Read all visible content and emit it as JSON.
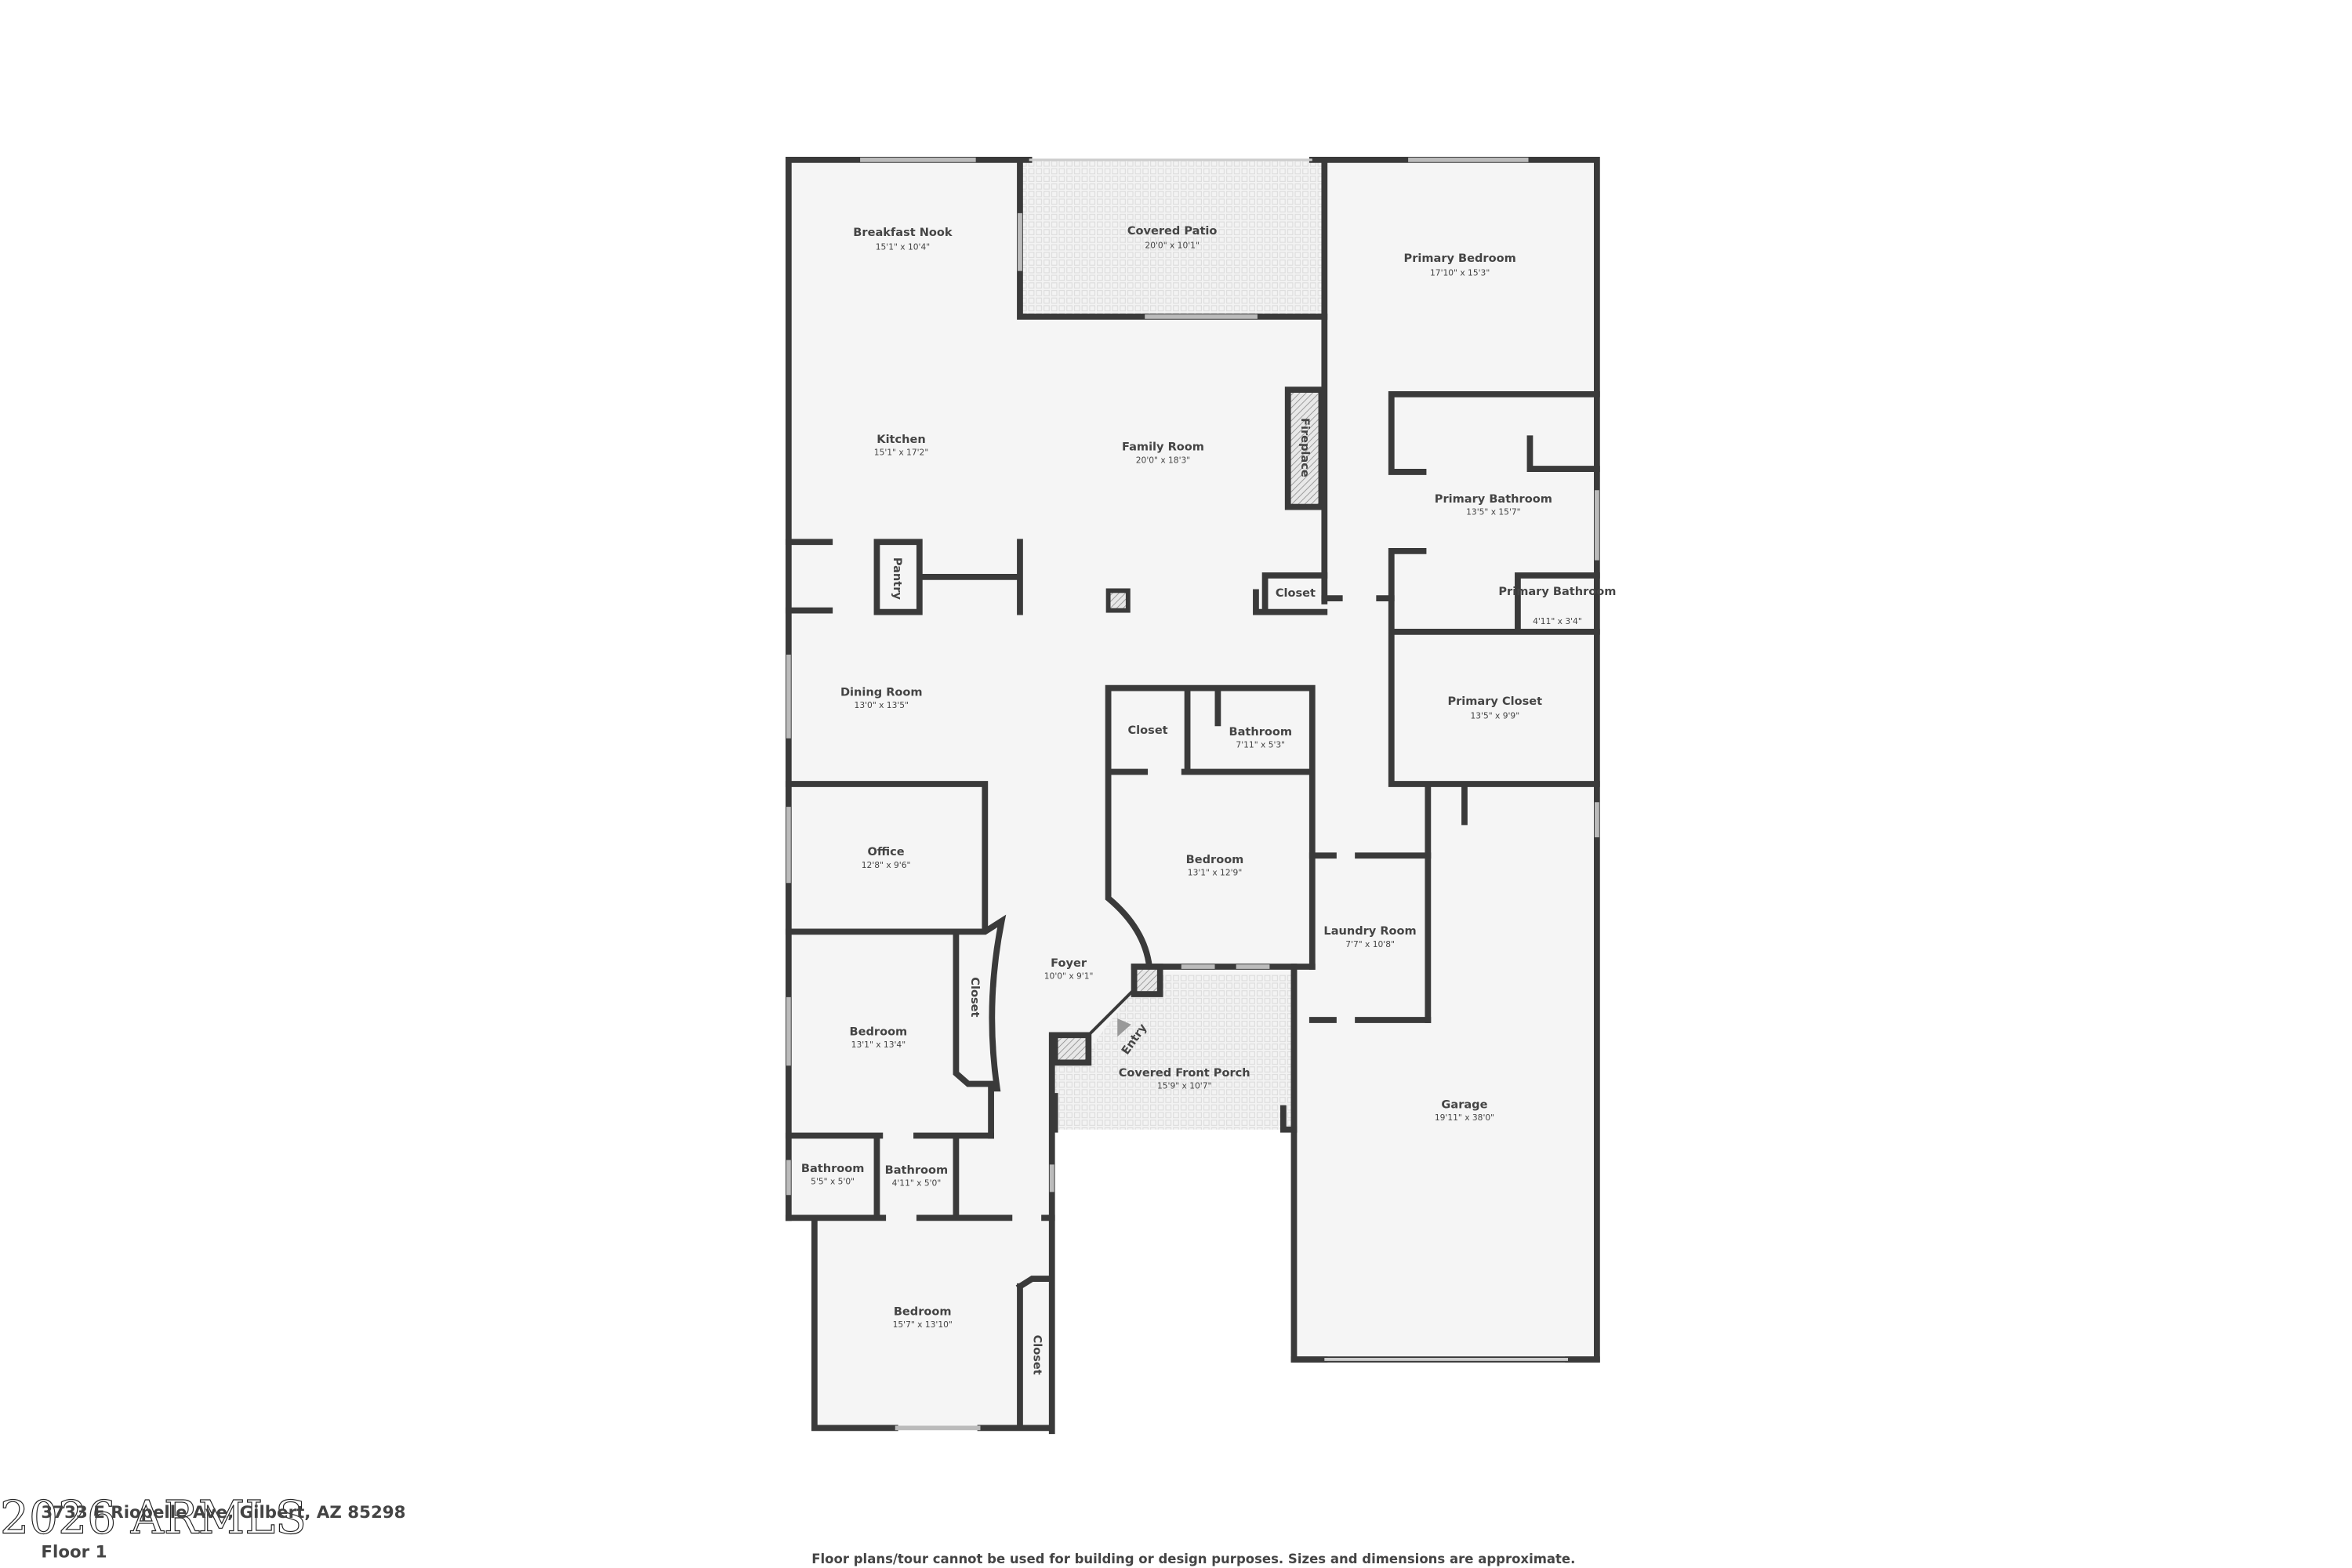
{
  "plan": {
    "address": "3733 E Riopelle Ave, Gilbert, AZ 85298",
    "floor": "Floor 1",
    "disclaimer": "Floor plans/tour cannot be used for building or design purposes. Sizes and dimensions are approximate.",
    "watermark": "2026 ARMLS",
    "colors": {
      "wall": "#3a3a3a",
      "floor": "#f5f5f5",
      "text": "#444444"
    },
    "rooms": [
      {
        "name": "Breakfast Nook",
        "size": "15'1\" x 10'4\""
      },
      {
        "name": "Covered Patio",
        "size": "20'0\" x 10'1\""
      },
      {
        "name": "Primary Bedroom",
        "size": "17'10\" x 15'3\""
      },
      {
        "name": "Kitchen",
        "size": "15'1\" x 17'2\""
      },
      {
        "name": "Family Room",
        "size": "20'0\" x 18'3\""
      },
      {
        "name": "Primary Bathroom",
        "size": "13'5\" x 15'7\""
      },
      {
        "name": "Primary Bathroom",
        "size": "4'11\" x 3'4\""
      },
      {
        "name": "Dining Room",
        "size": "13'0\" x 13'5\""
      },
      {
        "name": "Bathroom",
        "size": "7'11\" x 5'3\""
      },
      {
        "name": "Primary Closet",
        "size": "13'5\" x 9'9\""
      },
      {
        "name": "Office",
        "size": "12'8\" x 9'6\""
      },
      {
        "name": "Bedroom",
        "size": "13'1\" x 12'9\""
      },
      {
        "name": "Laundry Room",
        "size": "7'7\" x 10'8\""
      },
      {
        "name": "Foyer",
        "size": "10'0\" x 9'1\""
      },
      {
        "name": "Bedroom",
        "size": "13'1\" x 13'4\""
      },
      {
        "name": "Covered Front Porch",
        "size": "15'9\" x 10'7\""
      },
      {
        "name": "Garage",
        "size": "19'11\" x 38'0\""
      },
      {
        "name": "Bathroom",
        "size": "5'5\" x 5'0\""
      },
      {
        "name": "Bathroom",
        "size": "4'11\" x 5'0\""
      },
      {
        "name": "Bedroom",
        "size": "15'7\" x 13'10\""
      }
    ],
    "labels": {
      "fireplace": "Fireplace",
      "pantry": "Pantry",
      "closet": "Closet",
      "entry": "Entry"
    }
  }
}
